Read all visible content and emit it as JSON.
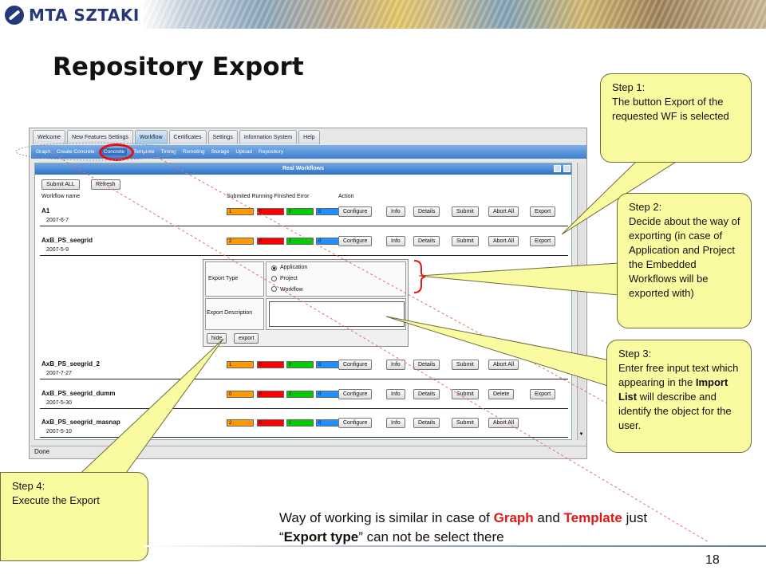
{
  "logo": {
    "text": "MTA SZTAKI"
  },
  "title": "Repository Export",
  "app": {
    "tabs": [
      "Welcome",
      "New Features Settings",
      "Workflow",
      "Certificates",
      "Settings",
      "Information System",
      "Help"
    ],
    "active_tab": "Workflow",
    "subtabs": [
      "Graph",
      "Create Concrete",
      "Concrete",
      "Template",
      "Timing",
      "Remoting",
      "Storage",
      "Upload",
      "Repository"
    ],
    "active_subtab": "Concrete",
    "panel_title": "Real Workflows",
    "submit_all": "Submit ALL",
    "refresh": "Refresh",
    "columns": {
      "name": "Workflow name",
      "status": "Submited Running Finished Error",
      "action": "Action"
    },
    "status_colors": [
      "#ff9900",
      "#ff0000",
      "#00cc00",
      "#1e90ff"
    ],
    "rows": [
      {
        "name": "A1",
        "date": "2007-6-7",
        "counts": [
          "1",
          "0",
          "0",
          "0"
        ],
        "buttons": [
          "Configure",
          "Info",
          "Details",
          "Submit",
          "Abort All",
          "Export"
        ]
      },
      {
        "name": "AxB_PS_seegrid",
        "date": "2007-5-9",
        "counts": [
          "2",
          "0",
          "1",
          "0"
        ],
        "buttons": [
          "Configure",
          "Info",
          "Details",
          "Submit",
          "Abort All",
          "Export"
        ]
      },
      {
        "name": "AxB_PS_seegrid_2",
        "date": "2007-7-27",
        "counts": [
          "1",
          "0",
          "0",
          "0"
        ],
        "buttons": [
          "Configure",
          "Info",
          "Details",
          "Submit",
          "Abort All"
        ]
      },
      {
        "name": "AxB_PS_seegrid_dumm",
        "date": "2007-5-30",
        "counts": [
          "0",
          "0",
          "0",
          "0"
        ],
        "buttons": [
          "Configure",
          "Info",
          "Details",
          "Submit",
          "Delete",
          "Export"
        ]
      },
      {
        "name": "AxB_PS_seegrid_masnap",
        "date": "2007-5-10",
        "counts": [
          "2",
          "0",
          "1",
          "0"
        ],
        "buttons": [
          "Configure",
          "Info",
          "Details",
          "Submit",
          "Abort All"
        ]
      }
    ],
    "export": {
      "type_label": "Export Type",
      "options": [
        "Application",
        "Project",
        "Workflow"
      ],
      "selected": "Application",
      "desc_label": "Export Description",
      "hide": "hide",
      "export": "export"
    },
    "status_bar": "Done"
  },
  "callouts": {
    "step1": {
      "head": "Step 1:",
      "body": "The button Export of the requested WF is selected"
    },
    "step2": {
      "head": "Step 2:",
      "body": "Decide about the way of exporting (in case of Application and Project the Embedded Workflows will be exported with)"
    },
    "step3": {
      "head": "Step 3:",
      "pre": "Enter free input text which appearing in the ",
      "bold": "Import List",
      "post": " will describe and identify the object for the user."
    },
    "step4": {
      "head": "Step 4:",
      "body": "Execute the Export"
    }
  },
  "note": {
    "t1": "Way of working is similar in case of ",
    "graph": "Graph",
    "t2": " and ",
    "template": "Template",
    "t3": " just",
    "q1": "“",
    "bold": "Export type",
    "t4": "” can not be select there"
  },
  "page_number": "18",
  "accent": "#e01818"
}
